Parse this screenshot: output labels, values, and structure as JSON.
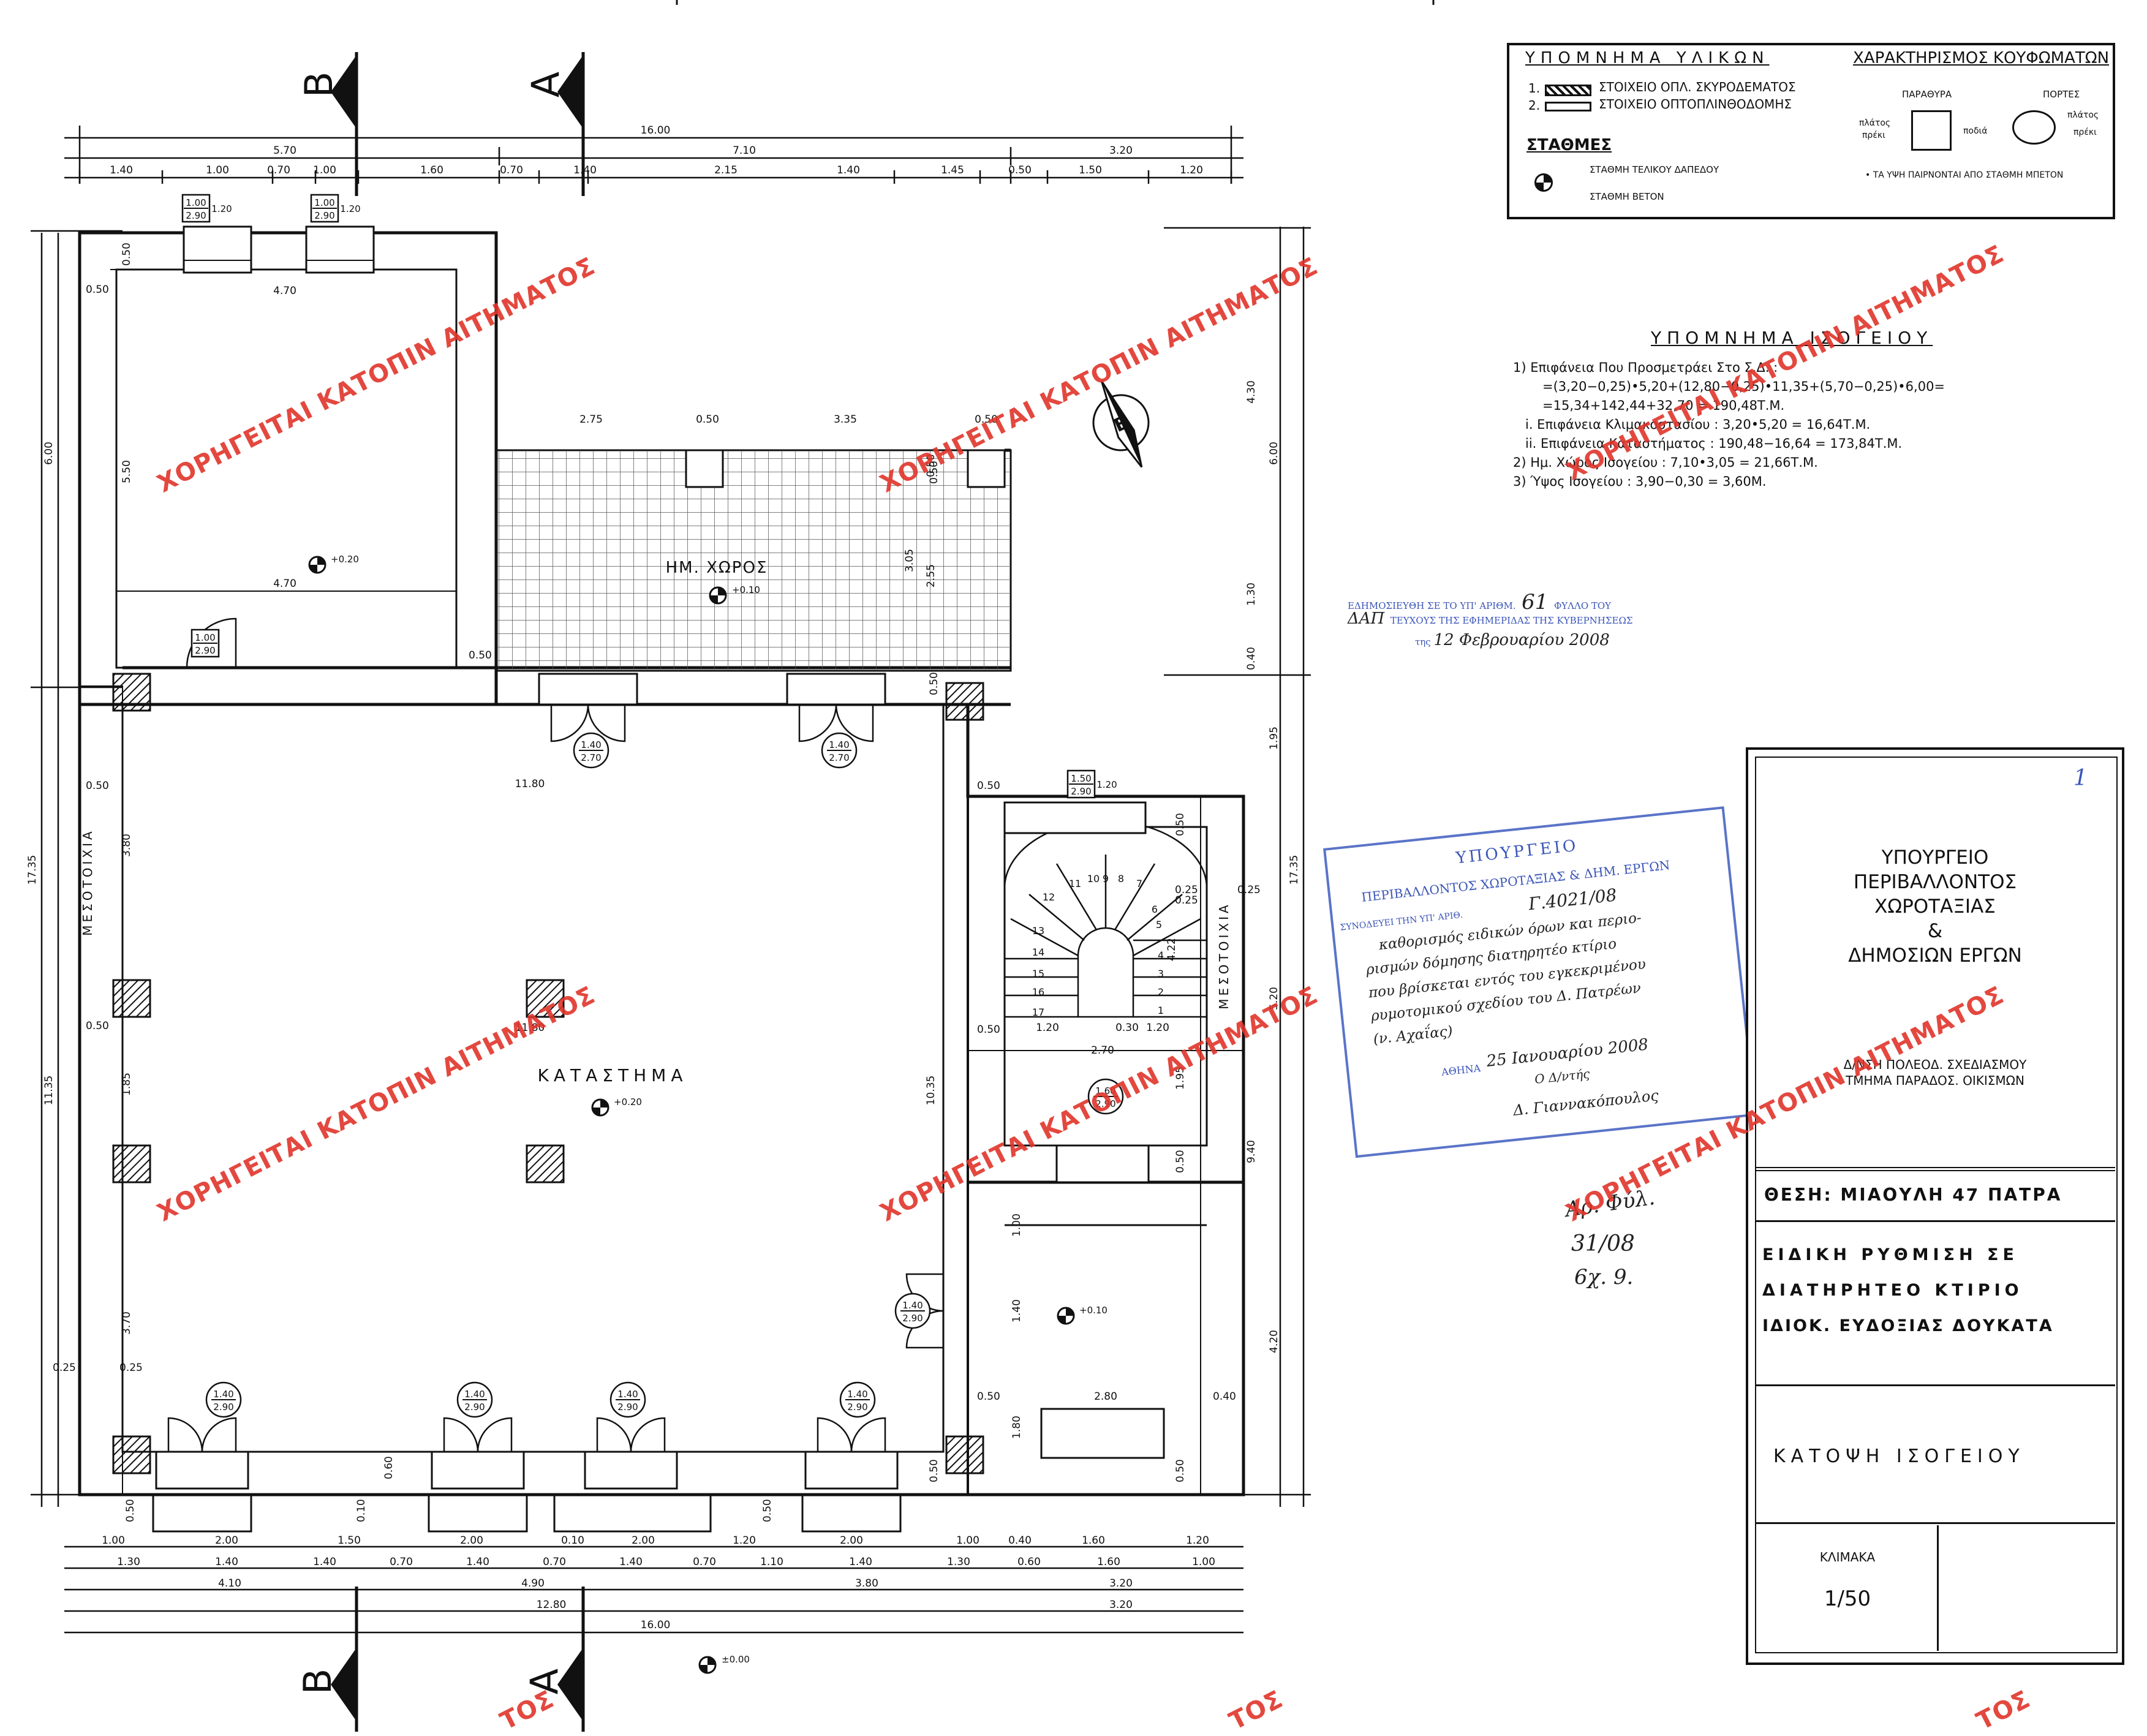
{
  "legend": {
    "materials_title": "ΥΠΟΜΝΗΜΑ ΥΛΙΚΩΝ",
    "openings_title": "ΧΑΡΑΚΤΗΡΙΣΜΟΣ ΚΟΥΦΩΜΑΤΩΝ",
    "item1": "1.",
    "item1_label": "ΣΤΟΙΧΕΙΟ ΟΠΛ. ΣΚΥΡΟΔΕΜΑΤΟΣ",
    "item2": "2.",
    "item2_label": "ΣΤΟΙΧΕΙΟ ΟΠΤΟΠΛΙΝΘΟΔΟΜΗΣ",
    "levels_title": "ΣΤΑΘΜΕΣ",
    "level_floor": "ΣΤΑΘΜΗ ΤΕΛΙΚΟΥ ΔΑΠΕΔΟΥ",
    "level_concrete": "ΣΤΑΘΜΗ ΒΕΤΟΝ",
    "windows": "ΠΑΡΑΘΥΡΑ",
    "doors": "ΠΟΡΤΕΣ",
    "width": "πλάτος",
    "sill": "πρέκι",
    "podia": "ποδιά",
    "width2": "πλάτος",
    "sill2": "πρέκι",
    "heights_note": "• ΤΑ ΥΨΗ ΠΑΙΡΝΟΝΤΑΙ ΑΠΟ ΣΤΑΘΜΗ ΜΠΕΤΟΝ"
  },
  "areas": {
    "title": "ΥΠΟΜΝΗΜΑ ΙΣΟΓΕΙΟΥ",
    "lines": [
      "1) Επιφάνεια Που Προσμετράει Στο Σ.Δ. :",
      "=(3,20−0,25)•5,20+(12,80−0,25)•11,35+(5,70−0,25)•6,00=",
      "=15,34+142,44+32,70 = 190,48Τ.Μ.",
      "i. Επιφάνεια Κλιμακοστασίου : 3,20•5,20 = 16,64Τ.Μ.",
      "ii. Επιφάνεια Καταστήματος : 190,48−16,64 = 173,84Τ.Μ.",
      "2) Ημ. Χώρος Ισογείου : 7,10•3,05 = 21,66Τ.Μ.",
      "3) Ύψος Ισογείου : 3,90−0,30 = 3,60Μ."
    ]
  },
  "publication": {
    "line1": "ΕΔΗΜΟΣΙΕΥΘΗ ΣΕ ΤΟ ΥΠ' ΑΡΙΘΜ.",
    "number": "61",
    "line1b": "ΦΥΛΛΟ ΤΟΥ",
    "line2a": "ΔΑΠ",
    "line2": "ΤΕΥΧΟΥΣ ΤΗΣ ΕΦΗΜΕΡΙΔΑΣ ΤΗΣ ΚΥΒΕΡΝΗΣΕΩΣ",
    "line3a": "της",
    "date": "12 Φεβρουαρίου 2008"
  },
  "stamp": {
    "l1": "ΥΠΟΥΡΓΕΙΟ",
    "l2": "ΠΕΡΙΒΑΛΛΟΝΤΟΣ ΧΩΡΟΤΑΞΙΑΣ & ΔΗΜ. ΕΡΓΩΝ",
    "l3": "ΣΥΝΟΔΕΥΕΙ ΤΗΝ ΥΠ' ΑΡΙΘ.",
    "ref": "Γ.4021/08",
    "h1": "καθορισμός ειδικών όρων και περιο-",
    "h2": "ρισμών δόμησης διατηρητέο κτίριο",
    "h3": "που βρίσκεται εντός του εγκεκριμένου",
    "h4": "ρυμοτομικού σχεδίου του Δ. Πατρέων",
    "h5": "(ν. Αχαΐας)",
    "athens": "ΑΘΗΝΑ",
    "sign_date": "25 Ιανουαρίου 2008",
    "role": "Ο Δ/ντής",
    "signature": "Δ. Γιαννακόπουλος"
  },
  "handnote": {
    "l1": "Αρ. Φύλ.",
    "l2": "31/08",
    "l3": "6χ. 9."
  },
  "title_block": {
    "ministry": [
      "ΥΠΟΥΡΓΕΙΟ",
      "ΠΕΡΙΒΑΛΛΟΝΤΟΣ",
      "ΧΩΡΟΤΑΞΙΑΣ",
      "&",
      "ΔΗΜΟΣΙΩΝ ΕΡΓΩΝ"
    ],
    "dept": [
      "Δ/ΝΣΗ ΠΟΛΕΟΔ. ΣΧΕΔΙΑΣΜΟΥ",
      "ΤΜΗΜΑ ΠΑΡΑΔΟΣ. ΟΙΚΙΣΜΩΝ"
    ],
    "location": "ΘΕΣΗ: ΜΙΑΟΥΛΗ 47 ΠΑΤΡΑ",
    "subject": [
      "ΕΙΔΙΚΗ ΡΥΘΜΙΣΗ ΣΕ",
      "ΔΙΑΤΗΡΗΤΕΟ ΚΤΙΡΙΟ",
      "ΙΔΙΟΚ. ΕΥΔΟΞΙΑΣ ΔΟΥΚΑΤΑ"
    ],
    "drawing": "ΚΑΤΟΨΗ ΙΣΟΓΕΙΟΥ",
    "scale_label": "ΚΛΙΜΑΚΑ",
    "scale": "1/50",
    "mark": "1"
  },
  "watermark": "ΧΟΡΗΓΕΙΤΑΙ ΚΑΤΟΠΙΝ ΑΙΤΗΜΑΤΟΣ",
  "watermark_partial": "ΤΟΣ",
  "plan": {
    "room_semi": "ΗΜ. ΧΩΡΟΣ",
    "room_shop": "ΚΑΤΑΣΤΗΜΑ",
    "mesotoixia": "ΜΕΣΟΤΟΙΧΙΑ",
    "section_b": "Β",
    "section_a": "Α",
    "north": "Β",
    "levels": {
      "l020": "+0.20",
      "l010": "+0.10",
      "l000": "±0.00"
    },
    "top_dims_row1": [
      "1.40",
      "1.00",
      "0.70",
      "1.00",
      "1.60",
      "0.70",
      "1.40",
      "2.15",
      "1.40",
      "1.45",
      "0.50",
      "1.50",
      "1.20"
    ],
    "top_dims_row2": [
      "5.70",
      "7.10",
      "3.20"
    ],
    "top_total": "16.00",
    "bottom_dims_row1": [
      "1.00",
      "2.00",
      "1.50",
      "2.00",
      "0.10",
      "2.00",
      "1.20",
      "2.00",
      "1.00",
      "0.40",
      "1.60",
      "1.20"
    ],
    "bottom_dims_row2": [
      "1.30",
      "1.40",
      "1.40",
      "0.70",
      "1.40",
      "0.70",
      "1.40",
      "0.70",
      "1.10",
      "1.40",
      "1.30",
      "0.60",
      "1.60",
      "1.00"
    ],
    "bottom_dims_row3": [
      "4.10",
      "4.90",
      "3.80",
      "3.20"
    ],
    "bottom_dims_row4": [
      "12.80",
      "3.20"
    ],
    "bottom_total": "16.00",
    "left_dims": [
      "6.00",
      "17.35",
      "11.35",
      "5.50",
      "3.80",
      "1.85",
      "3.70",
      "0.50",
      "0.50",
      "0.50",
      "0.25",
      "0.25"
    ],
    "right_dims": [
      "4.30",
      "6.00",
      "1.30",
      "0.40",
      "1.95",
      "17.35",
      "5.20",
      "9.40",
      "4.20",
      "0.25",
      "0.25",
      "0.40"
    ],
    "inner_dims": [
      "4.70",
      "4.70",
      "2.75",
      "0.50",
      "3.35",
      "0.50",
      "3.05",
      "2.55",
      "0.50",
      "11.80",
      "11.80",
      "10.35",
      "2.70",
      "1.20",
      "0.30",
      "1.20",
      "2.80",
      "1.95",
      "1.00",
      "1.40",
      "1.80",
      "0.50",
      "0.50",
      "0.60",
      "0.10",
      "0.50",
      "0.50",
      "0.50",
      "0.50",
      "0.50",
      "0.50",
      "0.50"
    ],
    "openings": [
      {
        "w": "1.00",
        "h": "2.90",
        "s": "1.20"
      },
      {
        "w": "1.00",
        "h": "2.90",
        "s": "1.20"
      },
      {
        "w": "1.00",
        "h": "2.90"
      },
      {
        "w": "1.40",
        "h": "2.70"
      },
      {
        "w": "1.40",
        "h": "2.70"
      },
      {
        "w": "1.50",
        "h": "2.90",
        "s": "1.20"
      },
      {
        "w": "1.60",
        "h": "2.90"
      },
      {
        "w": "1.40",
        "h": "2.90"
      },
      {
        "w": "1.40",
        "h": "2.90"
      },
      {
        "w": "1.40",
        "h": "2.90"
      },
      {
        "w": "1.40",
        "h": "2.90"
      },
      {
        "w": "1.40",
        "h": "2.90"
      },
      {
        "w": "1.40",
        "h": "2.90"
      }
    ],
    "stairs": [
      "1",
      "2",
      "3",
      "4",
      "5",
      "6",
      "7",
      "8",
      "9",
      "10",
      "11",
      "12",
      "13",
      "14",
      "15",
      "16",
      "17"
    ],
    "stair_dims": [
      "4.22",
      "0.25"
    ]
  },
  "colors": {
    "line": "#111111",
    "stamp": "#3a55b8",
    "watermark": "#e0352b",
    "grid": "#555555"
  }
}
